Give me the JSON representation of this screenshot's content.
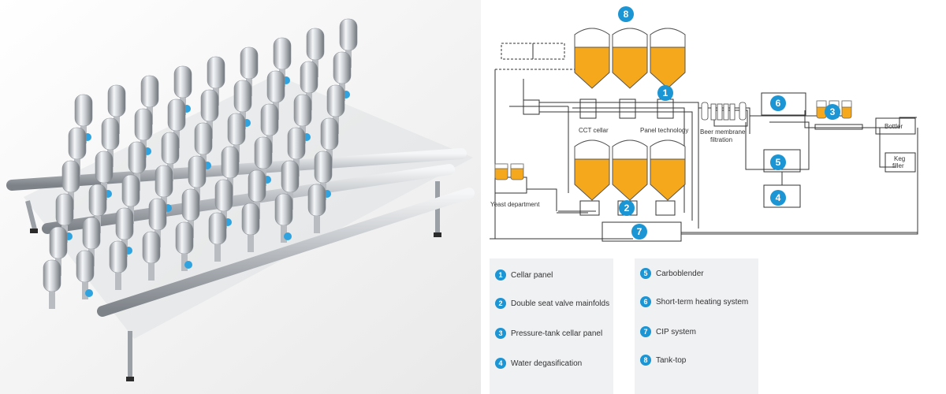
{
  "diagram": {
    "labels": {
      "cct_cellar": "CCT cellar",
      "panel_technology": "Panel technology",
      "beer_membrane_filtration_1": "Beer membrane",
      "beer_membrane_filtration_2": "filtration",
      "yeast_department": "Yeast department",
      "bottler": "Bottler",
      "keg_filler_1": "Keg",
      "keg_filler_2": "filler"
    },
    "markers": [
      "1",
      "2",
      "3",
      "4",
      "5",
      "6",
      "7",
      "8"
    ]
  },
  "legend": [
    {
      "number": "1",
      "text": "Cellar panel"
    },
    {
      "number": "2",
      "text": "Double seat valve mainfolds"
    },
    {
      "number": "3",
      "text": "Pressure-tank cellar panel"
    },
    {
      "number": "4",
      "text": "Water degasification"
    },
    {
      "number": "5",
      "text": "Carboblender"
    },
    {
      "number": "6",
      "text": "Short-term heating system"
    },
    {
      "number": "7",
      "text": "CIP system"
    },
    {
      "number": "8",
      "text": "Tank-top"
    }
  ],
  "colors": {
    "accent": "#1b95d4",
    "beer": "#f5a81c",
    "line": "#333333",
    "legend_bg": "#f0f1f3"
  }
}
